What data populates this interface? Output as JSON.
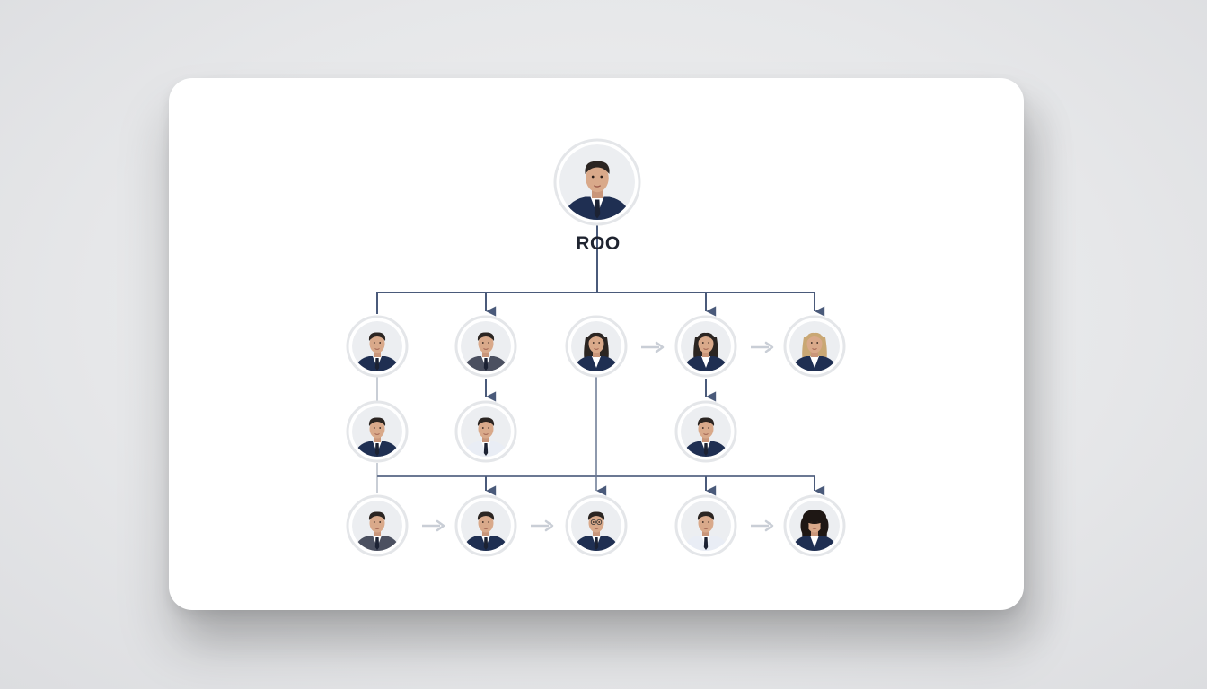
{
  "root": {
    "label": "ROO"
  },
  "colors": {
    "connector": "#4a5a7a",
    "faint_connector": "#c9ced6",
    "ring": "#e4e6e9",
    "avatar_bg": "#eceef1",
    "card": "#ffffff",
    "skin": "#d9a98a",
    "hair_dark": "#2b2522",
    "suit_navy": "#1f2f52",
    "suit_gray": "#4b5060"
  },
  "nodes": [
    {
      "id": "root",
      "person": "man-dark-suit"
    },
    {
      "id": "row1-1",
      "person": "man-navy-suit"
    },
    {
      "id": "row1-2",
      "person": "man-gray-suit"
    },
    {
      "id": "row1-3",
      "person": "woman-navy-suit"
    },
    {
      "id": "row1-4",
      "person": "woman-navy-suit"
    },
    {
      "id": "row1-5",
      "person": "blonde-woman-navy-suit"
    },
    {
      "id": "row2-1",
      "person": "man-navy-suit"
    },
    {
      "id": "row2-2",
      "person": "man-white-shirt"
    },
    {
      "id": "row2-3",
      "person": "man-navy-suit"
    },
    {
      "id": "row3-1",
      "person": "man-gray-suit"
    },
    {
      "id": "row3-2",
      "person": "man-dark-suit"
    },
    {
      "id": "row3-3",
      "person": "man-glasses-navy-suit"
    },
    {
      "id": "row3-4",
      "person": "man-white-shirt"
    },
    {
      "id": "row3-5",
      "person": "woman-curly-hair-navy-suit"
    }
  ]
}
